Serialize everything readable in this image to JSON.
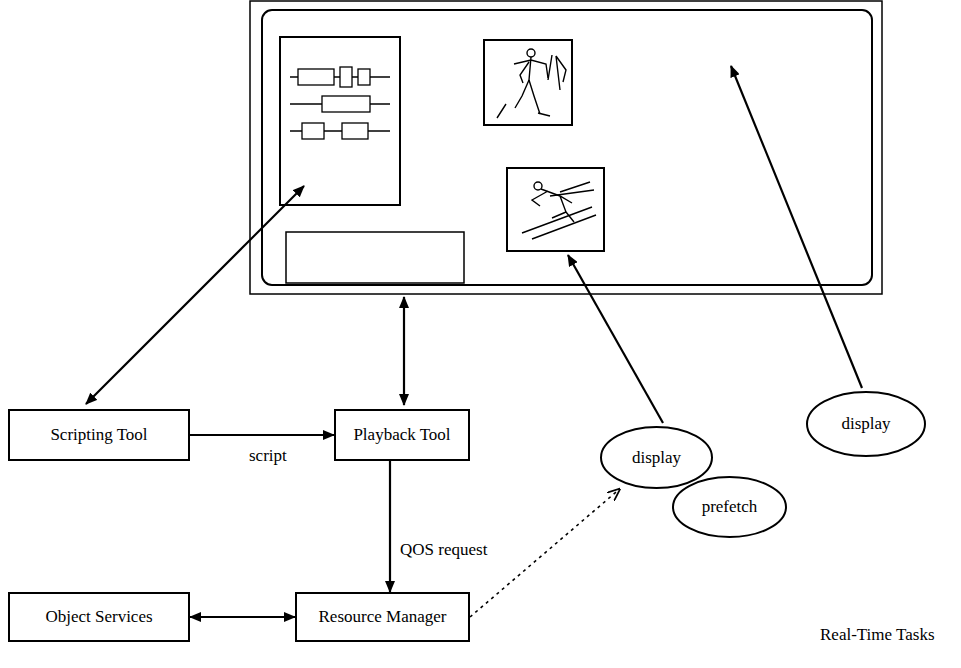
{
  "diagram": {
    "nodes": [
      {
        "text": [
          "Scripting Tool"
        ]
      },
      {
        "text": [
          "Playback Tool"
        ]
      },
      {
        "text": [
          "display"
        ]
      },
      {
        "text": [
          "display"
        ]
      },
      {
        "text": [
          "prefetch"
        ]
      },
      {
        "text": [
          "Object Services"
        ]
      },
      {
        "text": [
          "Resource Manager"
        ]
      }
    ],
    "edges": [
      {
        "from": 0,
        "to": 1,
        "arrow": "to",
        "label": "script"
      },
      {
        "from": 1,
        "to": 6,
        "arrow": "to",
        "label": "QOS request"
      },
      {
        "from": 5,
        "to": 6,
        "arrow": "both"
      },
      {
        "from": 6,
        "to": 2,
        "arrow": "to"
      }
    ],
    "labels": [
      "Real-Time Tasks"
    ]
  }
}
